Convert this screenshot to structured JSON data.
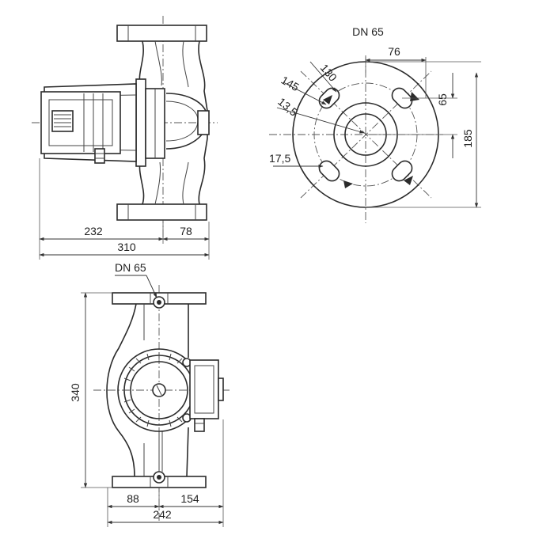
{
  "side_view": {
    "dim_left": "232",
    "dim_right": "78",
    "dim_total": "310"
  },
  "flange_view": {
    "title": "DN 65",
    "dim_130": "130",
    "dim_145": "145",
    "dim_13_5": "13,5",
    "dim_17_5": "17,5",
    "dim_76": "76",
    "dim_65": "65",
    "dim_185": "185"
  },
  "front_view": {
    "port_label": "DN 65",
    "dim_height": "340",
    "dim_left": "88",
    "dim_right": "154",
    "dim_total": "242"
  }
}
